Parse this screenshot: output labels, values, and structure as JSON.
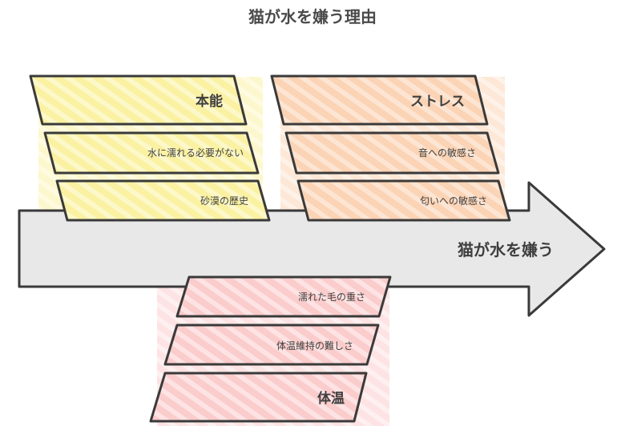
{
  "title": "猫が水を嫌う理由",
  "spine_label": "猫が水を嫌う",
  "colors": {
    "yellow": "#fbf4ad",
    "orange": "#fcd8bd",
    "pink": "#fcd4d4",
    "arrow": "#e8e8e8",
    "stroke": "#3a3a3a"
  },
  "categories": {
    "instinct": {
      "title": "本能",
      "items": [
        "水に濡れる必要がない",
        "砂漠の歴史"
      ]
    },
    "stress": {
      "title": "ストレス",
      "items": [
        "音への敏感さ",
        "匂いへの敏感さ"
      ]
    },
    "body_temp": {
      "title": "体温",
      "items": [
        "濡れた毛の重さ",
        "体温維持の難しさ"
      ]
    }
  }
}
